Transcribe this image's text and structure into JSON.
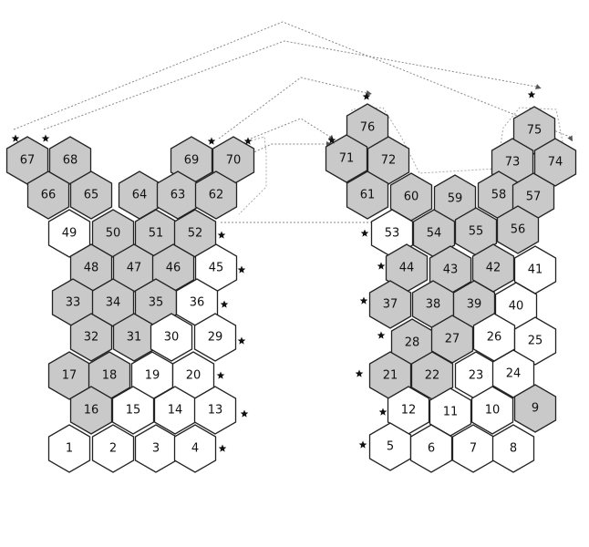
{
  "colors": {
    "shaded": "#c9c9c9",
    "plain": "#ffffff",
    "stroke": "#222222",
    "star": "#111111",
    "connector": "#888888"
  },
  "panels": [
    {
      "name": "left-panel",
      "tiles": [
        {
          "label": "67",
          "shaded": true
        },
        {
          "label": "68",
          "shaded": true
        },
        {
          "label": "69",
          "shaded": true
        },
        {
          "label": "70",
          "shaded": true
        },
        {
          "label": "66",
          "shaded": true
        },
        {
          "label": "65",
          "shaded": true
        },
        {
          "label": "64",
          "shaded": true
        },
        {
          "label": "63",
          "shaded": true
        },
        {
          "label": "62",
          "shaded": true
        },
        {
          "label": "49",
          "shaded": false
        },
        {
          "label": "50",
          "shaded": true
        },
        {
          "label": "51",
          "shaded": true
        },
        {
          "label": "52",
          "shaded": true
        },
        {
          "label": "48",
          "shaded": true
        },
        {
          "label": "47",
          "shaded": true
        },
        {
          "label": "46",
          "shaded": true
        },
        {
          "label": "45",
          "shaded": false
        },
        {
          "label": "33",
          "shaded": true
        },
        {
          "label": "34",
          "shaded": true
        },
        {
          "label": "35",
          "shaded": true
        },
        {
          "label": "36",
          "shaded": false
        },
        {
          "label": "32",
          "shaded": true
        },
        {
          "label": "31",
          "shaded": true
        },
        {
          "label": "30",
          "shaded": false
        },
        {
          "label": "29",
          "shaded": false
        },
        {
          "label": "17",
          "shaded": true
        },
        {
          "label": "18",
          "shaded": true
        },
        {
          "label": "19",
          "shaded": false
        },
        {
          "label": "20",
          "shaded": false
        },
        {
          "label": "16",
          "shaded": true
        },
        {
          "label": "15",
          "shaded": false
        },
        {
          "label": "14",
          "shaded": false
        },
        {
          "label": "13",
          "shaded": false
        },
        {
          "label": "1",
          "shaded": false
        },
        {
          "label": "2",
          "shaded": false
        },
        {
          "label": "3",
          "shaded": false
        },
        {
          "label": "4",
          "shaded": false
        }
      ]
    },
    {
      "name": "right-panel",
      "tiles": [
        {
          "label": "76",
          "shaded": true
        },
        {
          "label": "75",
          "shaded": true
        },
        {
          "label": "71",
          "shaded": true
        },
        {
          "label": "72",
          "shaded": true
        },
        {
          "label": "73",
          "shaded": true
        },
        {
          "label": "74",
          "shaded": true
        },
        {
          "label": "61",
          "shaded": true
        },
        {
          "label": "60",
          "shaded": true
        },
        {
          "label": "59",
          "shaded": true
        },
        {
          "label": "58",
          "shaded": true
        },
        {
          "label": "57",
          "shaded": true
        },
        {
          "label": "53",
          "shaded": false
        },
        {
          "label": "54",
          "shaded": true
        },
        {
          "label": "55",
          "shaded": true
        },
        {
          "label": "56",
          "shaded": true
        },
        {
          "label": "44",
          "shaded": true
        },
        {
          "label": "43",
          "shaded": true
        },
        {
          "label": "42",
          "shaded": true
        },
        {
          "label": "41",
          "shaded": false
        },
        {
          "label": "37",
          "shaded": true
        },
        {
          "label": "38",
          "shaded": true
        },
        {
          "label": "39",
          "shaded": true
        },
        {
          "label": "40",
          "shaded": false
        },
        {
          "label": "28",
          "shaded": true
        },
        {
          "label": "27",
          "shaded": true
        },
        {
          "label": "26",
          "shaded": false
        },
        {
          "label": "25",
          "shaded": false
        },
        {
          "label": "21",
          "shaded": true
        },
        {
          "label": "22",
          "shaded": true
        },
        {
          "label": "23",
          "shaded": false
        },
        {
          "label": "24",
          "shaded": false
        },
        {
          "label": "12",
          "shaded": false
        },
        {
          "label": "11",
          "shaded": false
        },
        {
          "label": "10",
          "shaded": false
        },
        {
          "label": "9",
          "shaded": true
        },
        {
          "label": "5",
          "shaded": false
        },
        {
          "label": "6",
          "shaded": false
        },
        {
          "label": "7",
          "shaded": false
        },
        {
          "label": "8",
          "shaded": false
        }
      ]
    }
  ]
}
